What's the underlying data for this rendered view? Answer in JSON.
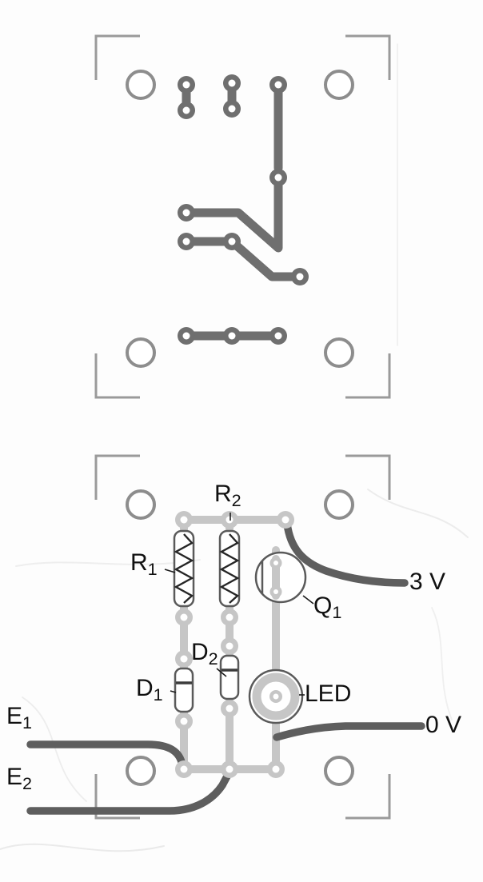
{
  "labels": {
    "r1": {
      "base": "R",
      "sub": "1"
    },
    "r2": {
      "base": "R",
      "sub": "2"
    },
    "q1": {
      "base": "Q",
      "sub": "1"
    },
    "d1": {
      "base": "D",
      "sub": "1"
    },
    "d2": {
      "base": "D",
      "sub": "2"
    },
    "led": "LED",
    "supply_3v": "3 V",
    "supply_0v": "0 V",
    "e1": {
      "base": "E",
      "sub": "1"
    },
    "e2": {
      "base": "E",
      "sub": "2"
    }
  },
  "colors": {
    "track-dark": "#6f6f6f",
    "track-light": "#c6c6c6",
    "wire": "#5e5e5e",
    "mount-ring": "#8d8d8d",
    "cropmark": "#9a9a9a",
    "component-outline": "#5a5a5a",
    "label-text": "#101010",
    "background": "#fdfdfd",
    "pad-hole": "#ffffff"
  }
}
